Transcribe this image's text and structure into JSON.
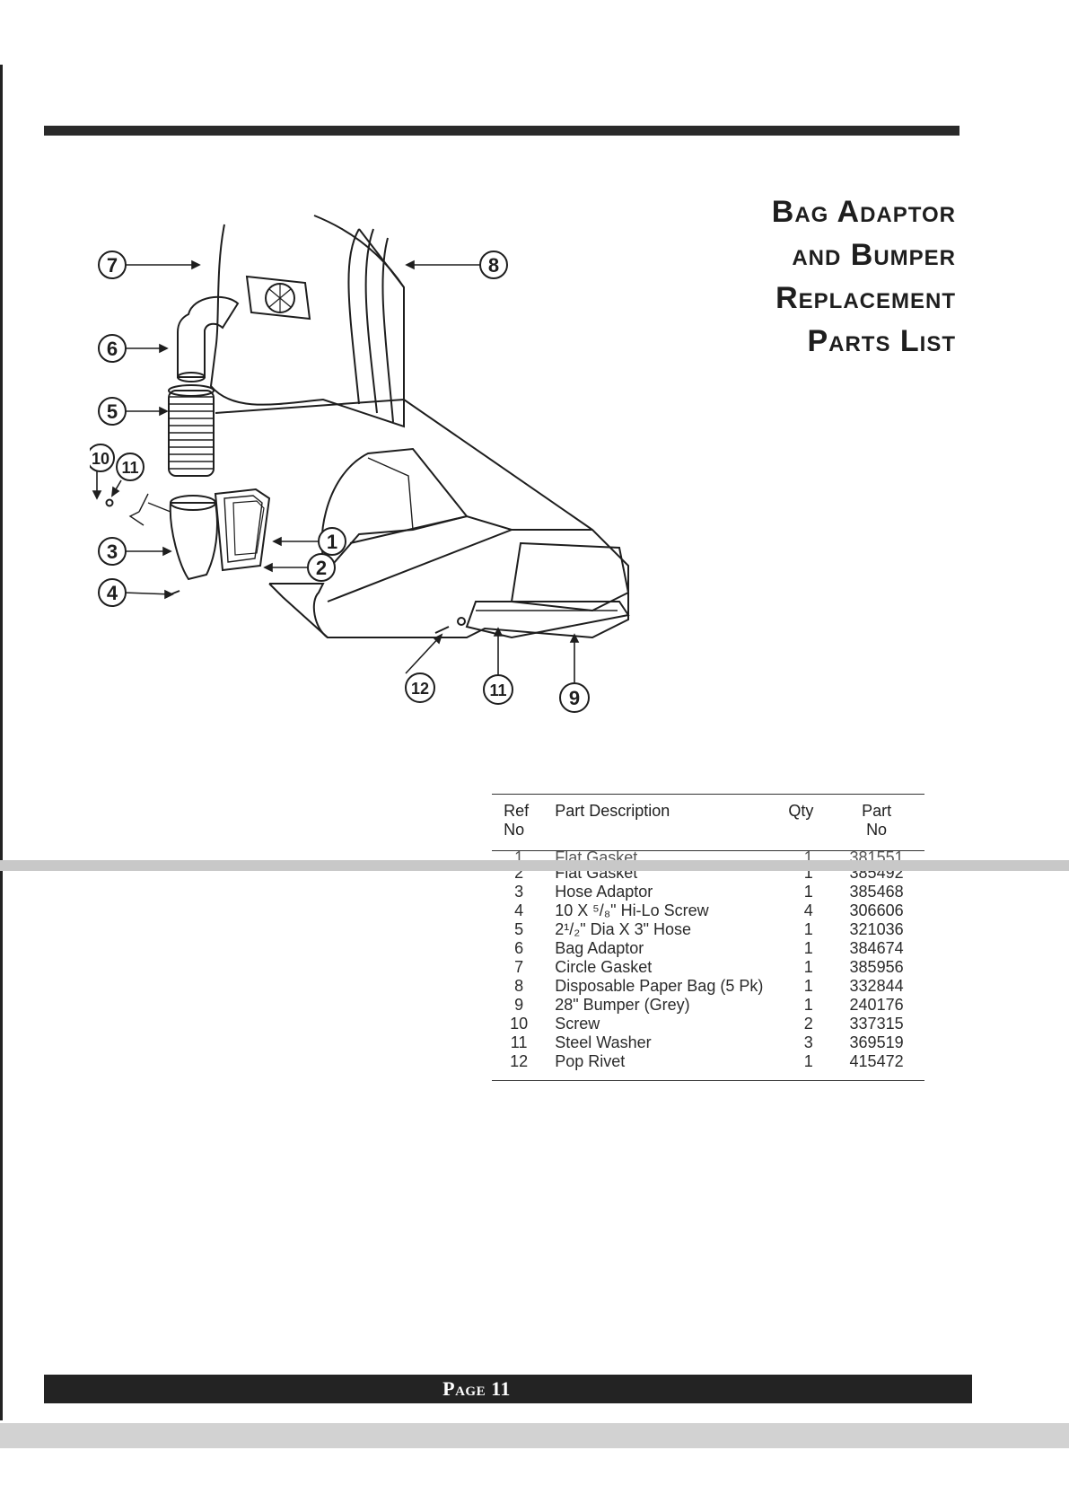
{
  "title": {
    "line1": "Bag Adaptor",
    "line2": "and Bumper",
    "line3": "Replacement",
    "line4": "Parts List"
  },
  "diagram": {
    "callouts": [
      "1",
      "2",
      "3",
      "4",
      "5",
      "6",
      "7",
      "8",
      "9",
      "10",
      "11",
      "12"
    ]
  },
  "table": {
    "headers": {
      "ref": "Ref No",
      "description": "Part Description",
      "qty": "Qty",
      "part": "Part No"
    },
    "cut_row": {
      "ref": "1",
      "description": "Flat Gasket",
      "qty": "1",
      "part": "381551"
    },
    "rows": [
      {
        "ref": "2",
        "description": "Flat Gasket",
        "qty": "1",
        "part": "385492"
      },
      {
        "ref": "3",
        "description": "Hose Adaptor",
        "qty": "1",
        "part": "385468"
      },
      {
        "ref": "4",
        "description": "10 X ⁵/₈\" Hi-Lo Screw",
        "qty": "4",
        "part": "306606"
      },
      {
        "ref": "5",
        "description": "2¹/₂\" Dia X 3\" Hose",
        "qty": "1",
        "part": "321036"
      },
      {
        "ref": "6",
        "description": "Bag Adaptor",
        "qty": "1",
        "part": "384674"
      },
      {
        "ref": "7",
        "description": "Circle Gasket",
        "qty": "1",
        "part": "385956"
      },
      {
        "ref": "8",
        "description": "Disposable Paper Bag (5 Pk)",
        "qty": "1",
        "part": "332844"
      },
      {
        "ref": "9",
        "description": "28\" Bumper (Grey)",
        "qty": "1",
        "part": "240176"
      },
      {
        "ref": "10",
        "description": "Screw",
        "qty": "2",
        "part": "337315"
      },
      {
        "ref": "11",
        "description": "Steel Washer",
        "qty": "3",
        "part": "369519"
      },
      {
        "ref": "12",
        "description": "Pop Rivet",
        "qty": "1",
        "part": "415472"
      }
    ]
  },
  "footer": {
    "page_label": "Page 11"
  }
}
